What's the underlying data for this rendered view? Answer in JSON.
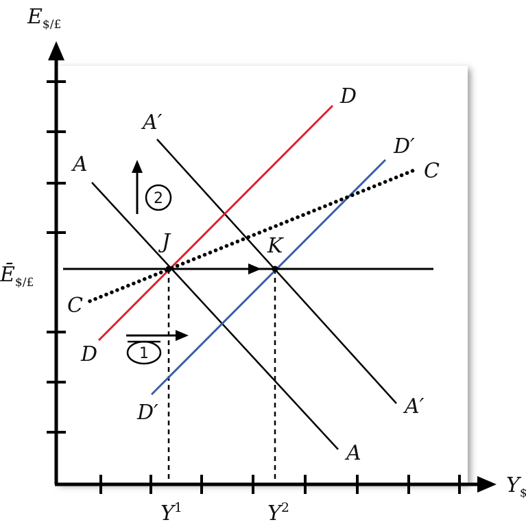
{
  "y_axis": {
    "symbol": "E",
    "subscript": "$/£"
  },
  "x_axis": {
    "symbol": "Y",
    "subscript": "$"
  },
  "e_bar": {
    "symbol": "Ē",
    "subscript": "$/£"
  },
  "y_ticks": [
    {
      "symbol": "Y",
      "superscript": "1"
    },
    {
      "symbol": "Y",
      "superscript": "2"
    }
  ],
  "curves": {
    "A": {
      "start": "A",
      "end": "A"
    },
    "A2": {
      "start": "A′",
      "end": "A′"
    },
    "D": {
      "start": "D",
      "end": "D",
      "color": "#e0202a"
    },
    "D2": {
      "start": "D′",
      "end": "D′",
      "color": "#3a5fa8"
    },
    "C": {
      "start": "C",
      "end": "C"
    }
  },
  "points": {
    "J": "J",
    "K": "K"
  },
  "steps": {
    "step1": "1",
    "step2": "2"
  },
  "colors": {
    "axis": "#000000",
    "shadow": "#9a9a9a"
  }
}
